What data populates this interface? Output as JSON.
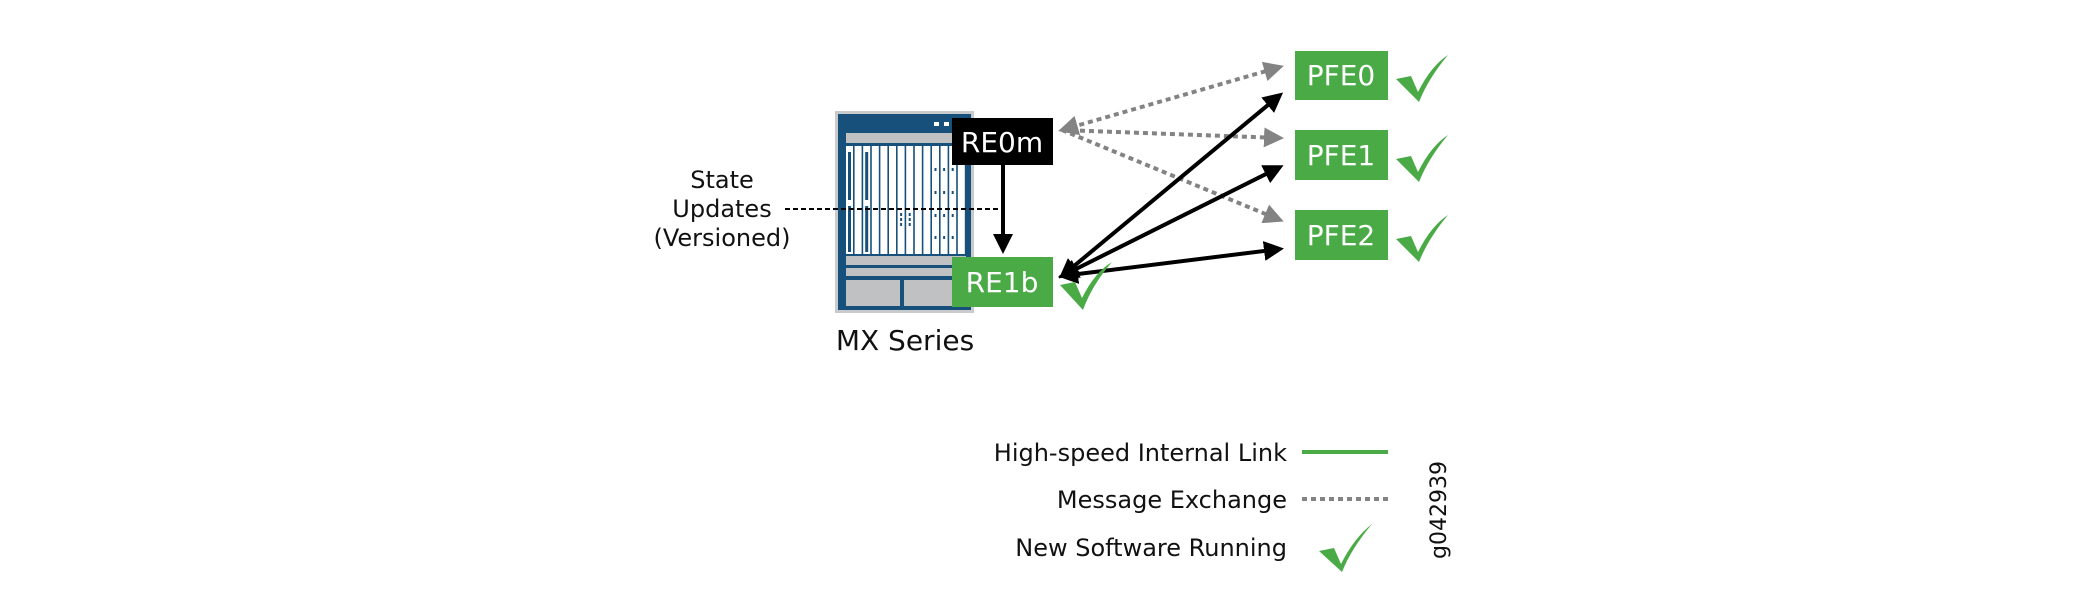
{
  "diagram": {
    "platform_label": "MX Series",
    "state_updates_label": [
      "State",
      "Updates",
      "(Versioned)"
    ],
    "routing_engines": [
      {
        "id": "re0",
        "label": "RE0m",
        "color": "#000000",
        "new_software": false
      },
      {
        "id": "re1",
        "label": "RE1b",
        "color": "#4aab46",
        "new_software": true
      }
    ],
    "pfes": [
      {
        "label": "PFE0",
        "new_software": true
      },
      {
        "label": "PFE1",
        "new_software": true
      },
      {
        "label": "PFE2",
        "new_software": true
      }
    ],
    "connections": {
      "message_exchange": {
        "from": "RE0m",
        "to": [
          "PFE0",
          "PFE1",
          "PFE2"
        ]
      },
      "internal_link": {
        "from": "RE1b",
        "to": [
          "PFE0",
          "PFE1",
          "PFE2"
        ]
      },
      "state_sync": {
        "from": "RE0m",
        "to": "RE1b"
      }
    },
    "figure_id": "g042939"
  },
  "legend": {
    "items": [
      {
        "label": "High-speed Internal Link",
        "symbol": "green-solid-line"
      },
      {
        "label": "Message Exchange",
        "symbol": "gray-dotted-line"
      },
      {
        "label": "New Software Running",
        "symbol": "green-check"
      }
    ]
  },
  "colors": {
    "green": "#4aab46",
    "chassis_blue": "#17507a",
    "chassis_gray": "#c0c1c3",
    "message_gray": "#838383",
    "black": "#000000"
  }
}
